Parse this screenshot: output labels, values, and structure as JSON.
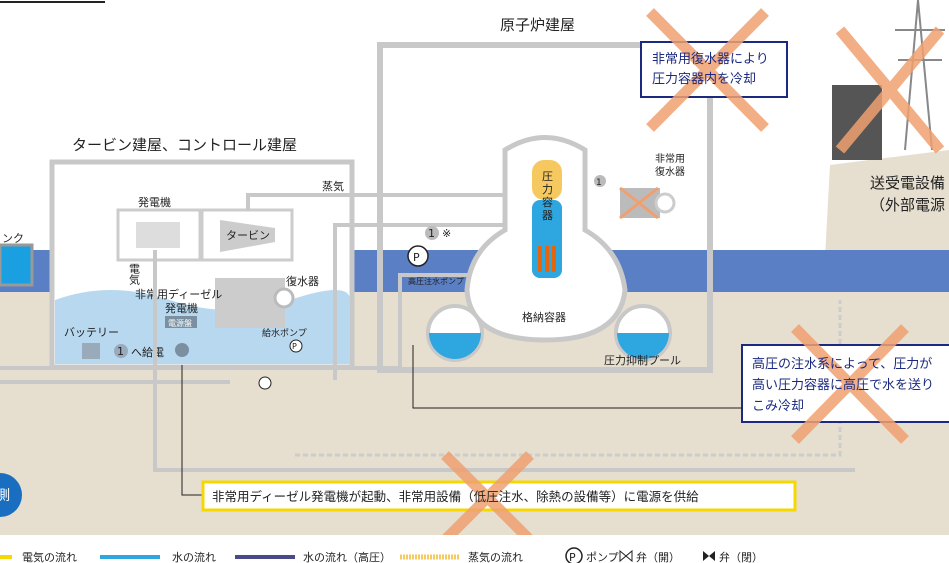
{
  "titles": {
    "reactor_building": "原子炉建屋",
    "turbine_building": "タービン建屋、コントロール建屋",
    "tank": "ンク",
    "grid_line1": "送受電設備",
    "grid_line2": "（外部電源"
  },
  "turbine_area": {
    "generator": "発電機",
    "turbine": "タービン",
    "steam": "蒸気",
    "electricity": "電気",
    "diesel": "非常用ディーゼル",
    "diesel_gen": "発電機",
    "panel": "電源盤",
    "condenser": "復水器",
    "feed_pump": "給水ポンプ",
    "battery": "バッテリー",
    "feed_to": "へ給電",
    "feed_num": "1"
  },
  "reactor_area": {
    "rpv": [
      "圧",
      "力",
      "容",
      "器"
    ],
    "containment": "格納容器",
    "suppression_pool": "圧力抑制プール",
    "hpci_pump": "高圧注水ポンプ",
    "hpci_num": "1",
    "hpci_note": "※",
    "ic_num": "1",
    "ic_label1": "非常用",
    "ic_label2": "復水器",
    "pump_symbol": "P"
  },
  "callouts": {
    "ic_line1": "非常用復水器により",
    "ic_line2": "圧力容器内を冷却",
    "hpci_line1": "高圧の注水系によって、圧力が",
    "hpci_line2": "高い圧力容器に高圧で水を送り",
    "hpci_line3": "こみ冷却",
    "diesel_note": "非常用ディーゼル発電機が起動、非常用設備（低圧注水、除熱の設備等）に電源を供給"
  },
  "badge": "側",
  "legend": {
    "electric": "電気の流れ",
    "water": "水の流れ",
    "water_hp": "水の流れ（高圧）",
    "steam": "蒸気の流れ",
    "pump": "ポンプ",
    "valve_open": "弁（開）",
    "valve_closed": "弁（閉）"
  },
  "colors": {
    "ground": "#e6dfcf",
    "water": "#2ea6e0",
    "sea": "#5b7fc4",
    "steam": "#f6c860",
    "cross": "#f0a070",
    "callout_border": "#1b2a80",
    "note_border": "#f5d800",
    "hp_water": "#4a4a8a"
  }
}
